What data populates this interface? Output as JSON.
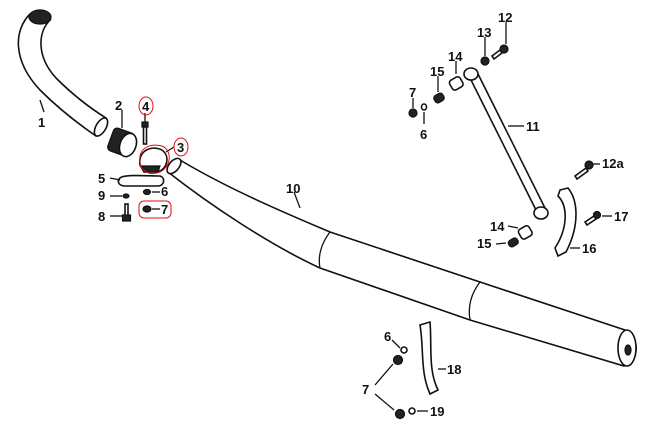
{
  "diagram": {
    "title": "Exhaust system parts diagram",
    "accent_color": "#d11111",
    "callouts": {
      "p1": "1",
      "p2": "2",
      "p3": "3",
      "p4": "4",
      "p5": "5",
      "p6a": "6",
      "p7a": "7",
      "p8": "8",
      "p9": "9",
      "p10": "10",
      "p11": "11",
      "p12": "12",
      "p13": "13",
      "p14a": "14",
      "p15a": "15",
      "p7b": "7",
      "p6b": "6",
      "p12a": "12a",
      "p17": "17",
      "p16": "16",
      "p14b": "14",
      "p15b": "15",
      "p6c": "6",
      "p18": "18",
      "p7c": "7",
      "p19": "19"
    }
  }
}
